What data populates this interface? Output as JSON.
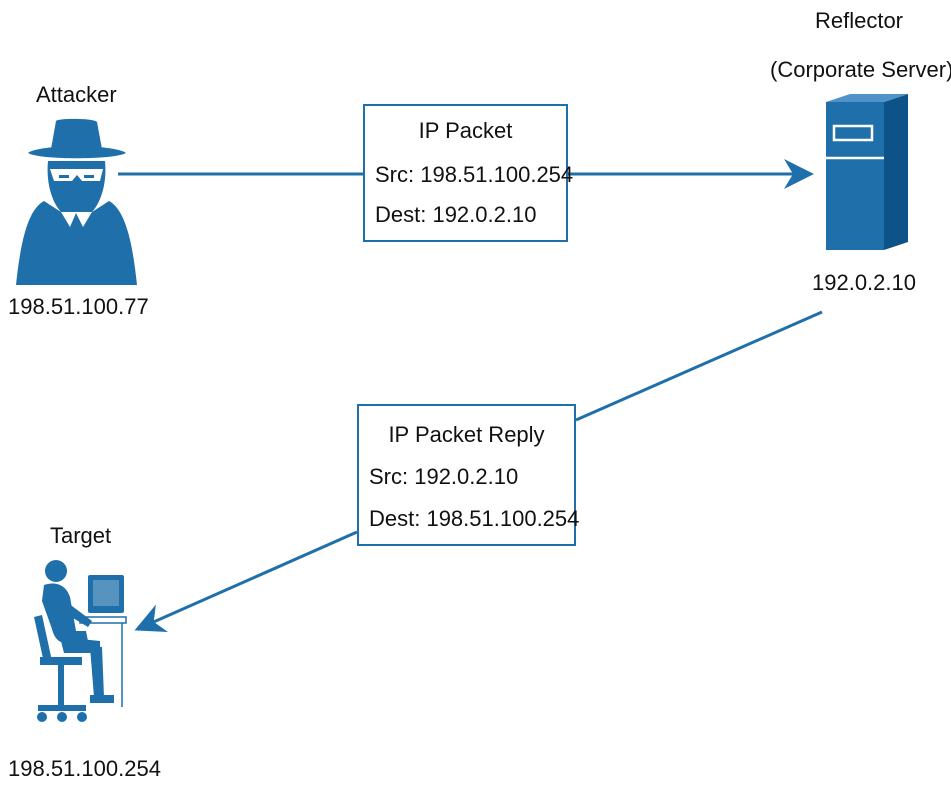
{
  "nodes": {
    "attacker": {
      "label": "Attacker",
      "ip": "198.51.100.77",
      "icon": "spy-icon"
    },
    "reflector": {
      "label_line1": "Reflector",
      "label_line2": "(Corporate Server)",
      "ip": "192.0.2.10",
      "icon": "server-icon"
    },
    "target": {
      "label": "Target",
      "ip": "198.51.100.254",
      "icon": "user-at-computer-icon"
    }
  },
  "packets": {
    "request": {
      "title": "IP Packet",
      "src": "Src: 198.51.100.254",
      "dest": "Dest: 192.0.2.10"
    },
    "reply": {
      "title": "IP Packet Reply",
      "src": "Src: 192.0.2.10",
      "dest": "Dest: 198.51.100.254"
    }
  },
  "colors": {
    "accent": "#1f6faa"
  }
}
